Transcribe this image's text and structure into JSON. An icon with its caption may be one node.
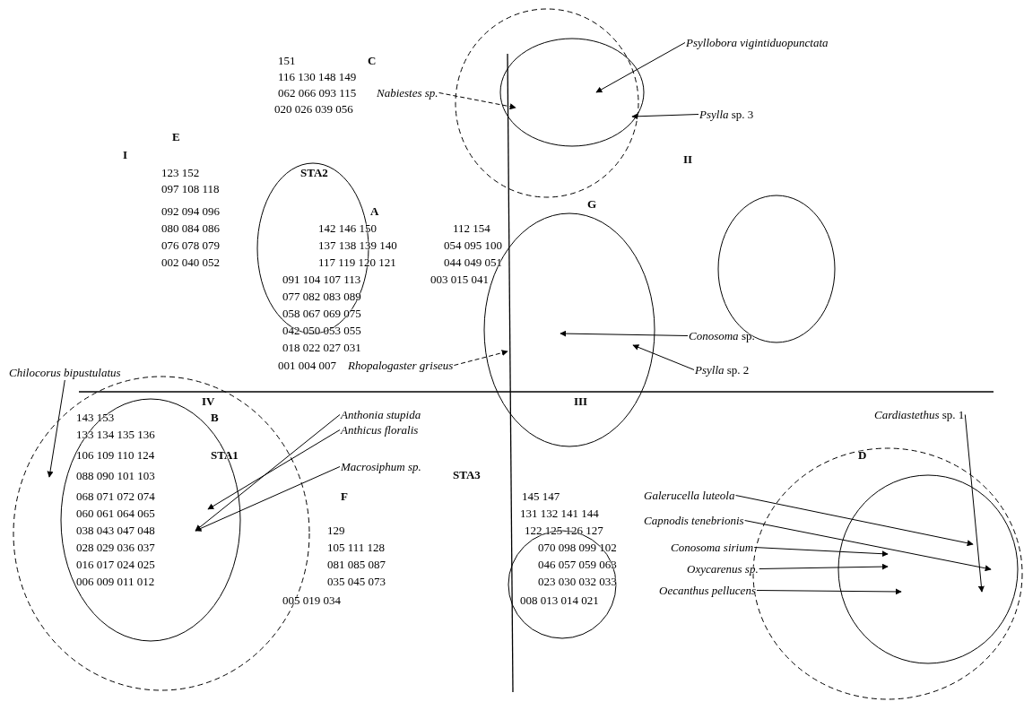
{
  "diagram": {
    "nodes": [
      {
        "text": [
          "Nabiestes sp."
        ]
      },
      {
        "text": [
          "Psyllobora vigintiduopunctata"
        ]
      },
      {
        "text": [
          "*Psylla* sp. 3"
        ]
      },
      {
        "text": [
          "*Conosoma* sp."
        ]
      },
      {
        "text": [
          "*Psylla* sp. 2"
        ]
      },
      {
        "text": [
          "Chilocorus bipustulatus"
        ]
      },
      {
        "text": [
          "Rhopalogaster griseus"
        ]
      },
      {
        "text": [
          "Anthonia stupida"
        ]
      },
      {
        "text": [
          "Anthicus floralis"
        ]
      },
      {
        "text": [
          "Macrosiphum sp."
        ]
      },
      {
        "text": [
          "*Cardiastethus* sp. 1"
        ]
      },
      {
        "text": [
          "Galerucella luteola"
        ]
      },
      {
        "text": [
          "Capnodis tenebrionis"
        ]
      },
      {
        "text": [
          "Conosoma sirium"
        ]
      },
      {
        "text": [
          "Oxycarenus sp."
        ]
      },
      {
        "text": [
          "Oecanthus pellucens"
        ]
      }
    ],
    "edges": [
      {
        "from": 0,
        "to": null,
        "arrow": "to",
        "style": "dashed"
      },
      {
        "from": 1,
        "to": null,
        "arrow": "to"
      },
      {
        "from": 2,
        "to": null,
        "arrow": "to"
      },
      {
        "from": 3,
        "to": null,
        "arrow": "to"
      },
      {
        "from": 4,
        "to": null,
        "arrow": "to"
      },
      {
        "from": 5,
        "to": null,
        "arrow": "to"
      },
      {
        "from": 6,
        "to": null,
        "arrow": "to",
        "style": "dashed"
      },
      {
        "from": 7,
        "to": null,
        "arrow": "to"
      },
      {
        "from": 8,
        "to": null,
        "arrow": "to"
      },
      {
        "from": 9,
        "to": null,
        "arrow": "to"
      },
      {
        "from": 10,
        "to": null,
        "arrow": "to"
      },
      {
        "from": 11,
        "to": null,
        "arrow": "to"
      },
      {
        "from": 12,
        "to": null,
        "arrow": "to"
      },
      {
        "from": 13,
        "to": null,
        "arrow": "to"
      },
      {
        "from": 14,
        "to": null,
        "arrow": "to"
      },
      {
        "from": 15,
        "to": null,
        "arrow": "to"
      }
    ],
    "labels": [
      "151",
      "C",
      "116 130 148 149",
      "062 066 093 115",
      "020 026 039 056",
      "E",
      "I",
      "II",
      "123 152",
      "STA2",
      "097 108 118",
      "092 094 096",
      "A",
      "080 084 086",
      "142 146 150",
      "112 154",
      "G",
      "076 078 079",
      "137 138 139 140",
      "054 095 100",
      "002 040 052",
      "117 119 120 121",
      "044 049 051",
      "091 104 107 113",
      "003 015 041",
      "077 082 083 089",
      "058 067 069 075",
      "042 050 053 055",
      "018 022 027 031",
      "001 004 007",
      "IV",
      "III",
      "143 153",
      "B",
      "133 134 135 136",
      "106 109 110 124",
      "STA1",
      "088 090 101 103",
      "STA3",
      "068 071 072 074",
      "F",
      "060 061 064 065",
      "145 147",
      "131 132 141 144",
      "038 043 047 048",
      "129",
      "122 125 126 127",
      "D",
      "028 029 036 037",
      "105 111 128",
      "070 098 099 102",
      "016 017 024 025",
      "081 085 087",
      "046 057 059 063",
      "006 009 011 012",
      "035 045 073",
      "023 030 032 033",
      "005 019 034",
      "008 013 014 021"
    ]
  }
}
